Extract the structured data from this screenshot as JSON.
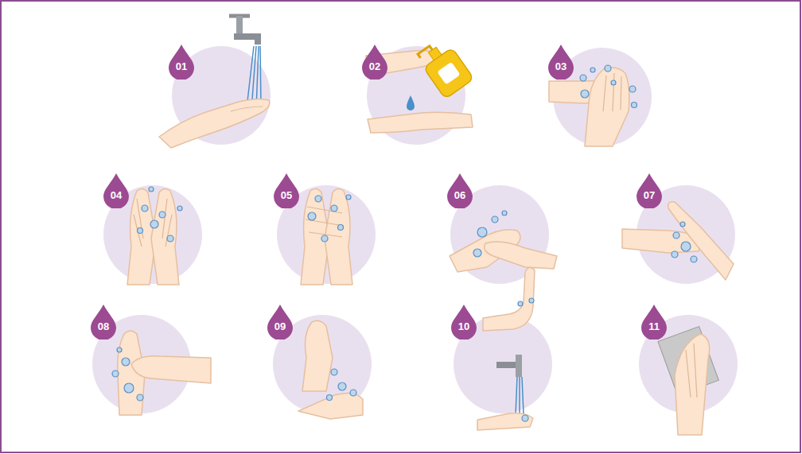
{
  "diagram": {
    "nodes": [
      {
        "text": [
          "01"
        ]
      },
      {
        "text": [
          "02"
        ]
      },
      {
        "text": [
          "03"
        ]
      },
      {
        "text": [
          "04"
        ]
      },
      {
        "text": [
          "05"
        ]
      },
      {
        "text": [
          "06"
        ]
      },
      {
        "text": [
          "07"
        ]
      },
      {
        "text": [
          "08"
        ]
      },
      {
        "text": [
          "09"
        ]
      },
      {
        "text": [
          "10"
        ]
      },
      {
        "text": [
          "11"
        ]
      }
    ]
  }
}
